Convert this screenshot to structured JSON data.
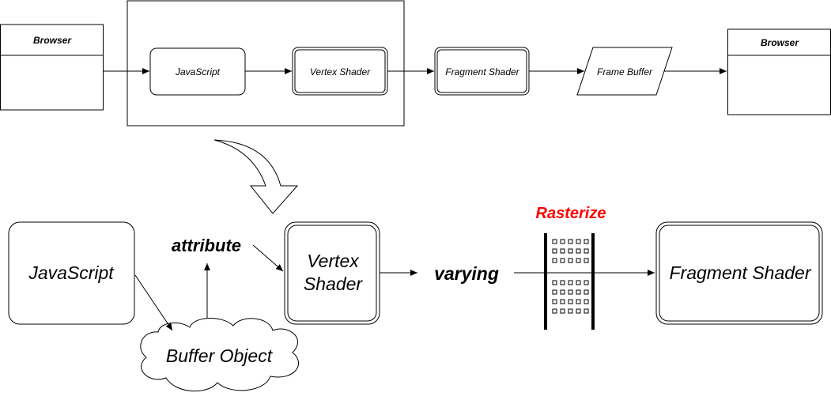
{
  "top_flow": {
    "browser_left": "Browser",
    "javascript": "JavaScript",
    "vertex_shader": "Vertex Shader",
    "fragment_shader": "Fragment Shader",
    "frame_buffer": "Frame Buffer",
    "browser_right": "Browser"
  },
  "bottom_flow": {
    "javascript": "JavaScript",
    "attribute": "attribute",
    "buffer_object": "Buffer Object",
    "vertex_shader_line1": "Vertex",
    "vertex_shader_line2": "Shader",
    "varying": "varying",
    "rasterize": "Rasterize",
    "fragment_shader": "Fragment Shader"
  },
  "colors": {
    "stroke": "#000000",
    "background": "#ffffff",
    "rasterize": "#ff0000"
  }
}
